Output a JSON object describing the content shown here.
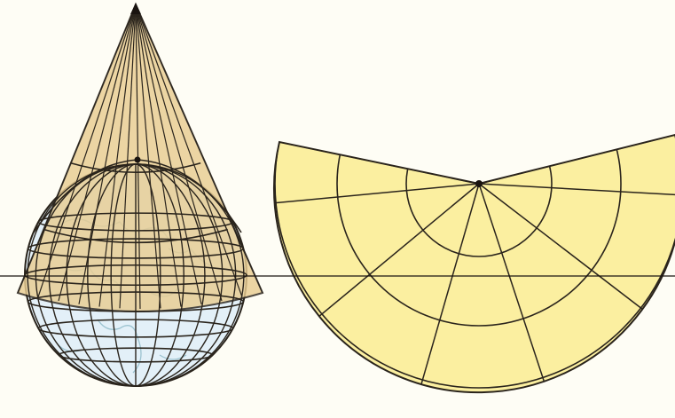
{
  "colors": {
    "background": "#fefdf5",
    "cone_fill": "#e9cd92",
    "globe_ocean": "#e3f0f8",
    "land_outline": "#9cc3d0",
    "projection_fill": "#fbefa0",
    "grid_line": "#2a241c"
  },
  "diagram": {
    "left_figure": "cone-over-globe",
    "right_figure": "unrolled-cone-projection",
    "meridian_count": 13,
    "parallel_count": 4
  }
}
